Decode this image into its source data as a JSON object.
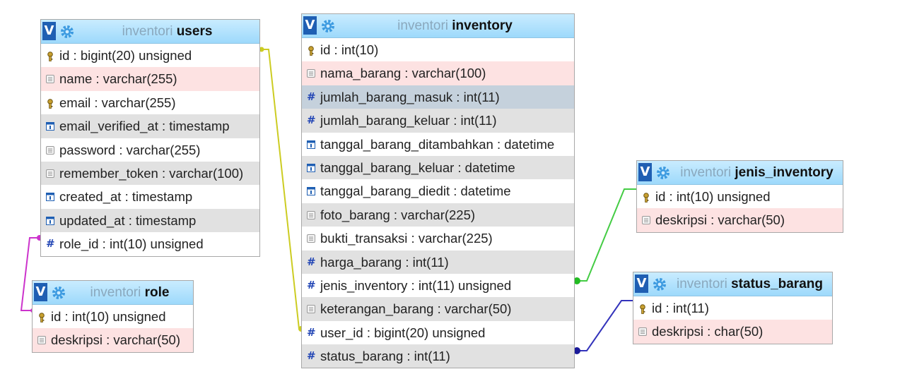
{
  "tables": [
    {
      "id": "users",
      "db": "inventori",
      "name": "users",
      "columns": [
        {
          "text": "id : bigint(20) unsigned",
          "icon": "key-icon",
          "bg": "white"
        },
        {
          "text": "name : varchar(255)",
          "icon": "text-field-icon",
          "bg": "pink"
        },
        {
          "text": "email : varchar(255)",
          "icon": "key-icon",
          "bg": "white"
        },
        {
          "text": "email_verified_at : timestamp",
          "icon": "calendar-icon",
          "bg": "grey"
        },
        {
          "text": "password : varchar(255)",
          "icon": "text-field-icon",
          "bg": "white"
        },
        {
          "text": "remember_token : varchar(100)",
          "icon": "text-field-icon",
          "bg": "grey"
        },
        {
          "text": "created_at : timestamp",
          "icon": "calendar-icon",
          "bg": "white"
        },
        {
          "text": "updated_at : timestamp",
          "icon": "calendar-icon",
          "bg": "grey"
        },
        {
          "text": "role_id : int(10) unsigned",
          "icon": "hash-icon",
          "bg": "white"
        }
      ]
    },
    {
      "id": "role",
      "db": "inventori",
      "name": "role",
      "columns": [
        {
          "text": "id : int(10) unsigned",
          "icon": "key-icon",
          "bg": "white"
        },
        {
          "text": "deskripsi : varchar(50)",
          "icon": "text-field-icon",
          "bg": "pink"
        }
      ]
    },
    {
      "id": "inventory",
      "db": "inventori",
      "name": "inventory",
      "columns": [
        {
          "text": "id : int(10)",
          "icon": "key-icon",
          "bg": "white"
        },
        {
          "text": "nama_barang : varchar(100)",
          "icon": "text-field-icon",
          "bg": "pink"
        },
        {
          "text": "jumlah_barang_masuk : int(11)",
          "icon": "hash-icon",
          "bg": "blue"
        },
        {
          "text": "jumlah_barang_keluar : int(11)",
          "icon": "hash-icon",
          "bg": "grey"
        },
        {
          "text": "tanggal_barang_ditambahkan : datetime",
          "icon": "calendar-icon",
          "bg": "white"
        },
        {
          "text": "tanggal_barang_keluar : datetime",
          "icon": "calendar-icon",
          "bg": "grey"
        },
        {
          "text": "tanggal_barang_diedit : datetime",
          "icon": "calendar-icon",
          "bg": "white"
        },
        {
          "text": "foto_barang : varchar(225)",
          "icon": "text-field-icon",
          "bg": "grey"
        },
        {
          "text": "bukti_transaksi : varchar(225)",
          "icon": "text-field-icon",
          "bg": "white"
        },
        {
          "text": "harga_barang : int(11)",
          "icon": "hash-icon",
          "bg": "grey"
        },
        {
          "text": "jenis_inventory : int(11) unsigned",
          "icon": "hash-icon",
          "bg": "white"
        },
        {
          "text": "keterangan_barang : varchar(50)",
          "icon": "text-field-icon",
          "bg": "grey"
        },
        {
          "text": "user_id : bigint(20) unsigned",
          "icon": "hash-icon",
          "bg": "white"
        },
        {
          "text": "status_barang : int(11)",
          "icon": "hash-icon",
          "bg": "grey"
        }
      ]
    },
    {
      "id": "jenis_inventory",
      "db": "inventori",
      "name": "jenis_inventory",
      "columns": [
        {
          "text": "id : int(10) unsigned",
          "icon": "key-icon",
          "bg": "white"
        },
        {
          "text": "deskripsi : varchar(50)",
          "icon": "text-field-icon",
          "bg": "pink"
        }
      ]
    },
    {
      "id": "status_barang",
      "db": "inventori",
      "name": "status_barang",
      "columns": [
        {
          "text": "id : int(11)",
          "icon": "key-icon",
          "bg": "white"
        },
        {
          "text": "deskripsi : char(50)",
          "icon": "text-field-icon",
          "bg": "pink"
        }
      ]
    }
  ],
  "relations": [
    {
      "from": "users.id",
      "to": "inventory.user_id",
      "color": "#cccc22"
    },
    {
      "from": "role.id",
      "to": "users.role_id",
      "color": "#cc33cc"
    },
    {
      "from": "jenis_inventory.id",
      "to": "inventory.jenis_inventory",
      "color": "#44cc44"
    },
    {
      "from": "status_barang.id",
      "to": "inventory.status_barang",
      "color": "#3333bb"
    }
  ],
  "colors": {
    "header": "#a7dcfa",
    "toggle": "#1f5fb3",
    "pink_row": "#fde2e2",
    "grey_row": "#e1e1e1",
    "highlight_row": "#c5d1dc"
  },
  "toggle_label": "V"
}
